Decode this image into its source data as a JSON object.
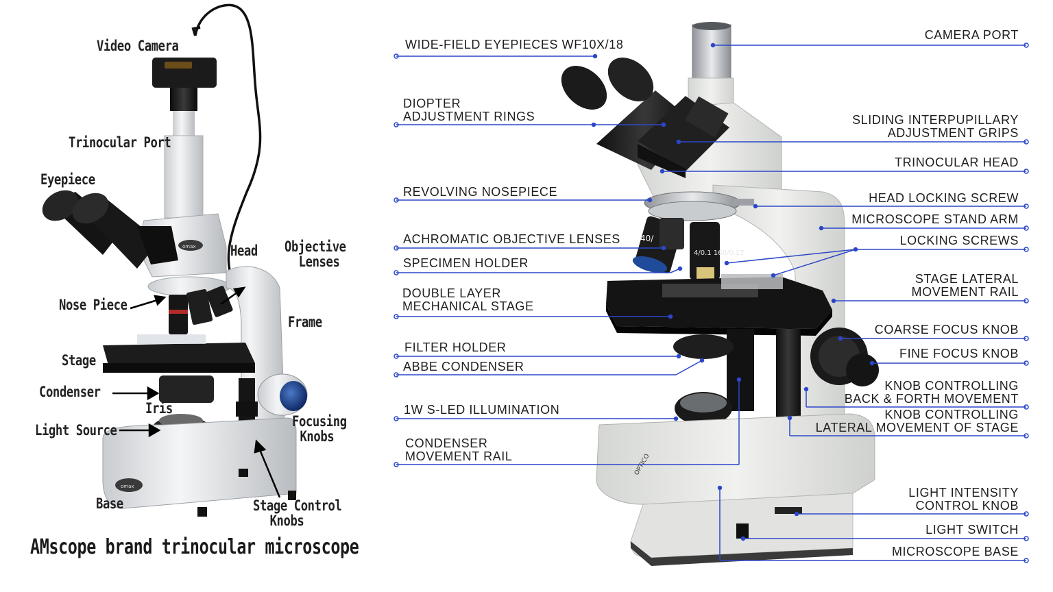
{
  "left_diagram": {
    "labels": {
      "video_camera": "Video Camera",
      "trinocular_port": "Trinocular Port",
      "eyepiece": "Eyepiece",
      "head": "Head",
      "objective_lenses_1": "Objective",
      "objective_lenses_2": "Lenses",
      "nose_piece": "Nose Piece",
      "frame": "Frame",
      "stage": "Stage",
      "condenser": "Condenser",
      "iris": "Iris",
      "light_source": "Light Source",
      "focusing_knobs_1": "Focusing",
      "focusing_knobs_2": "Knobs",
      "base": "Base",
      "stage_control_knobs_1": "Stage Control",
      "stage_control_knobs_2": "Knobs"
    },
    "caption": "AMscope brand trinocular microscope",
    "brand_badges": [
      "omax",
      "omax"
    ]
  },
  "right_diagram": {
    "leader_color": "#2c47c9",
    "left_labels": [
      {
        "lines": [
          "WIDE-FIELD EYEPIECES WF10X/18"
        ]
      },
      {
        "lines": [
          "DIOPTER",
          "ADJUSTMENT RINGS"
        ]
      },
      {
        "lines": [
          "REVOLVING NOSEPIECE"
        ]
      },
      {
        "lines": [
          "ACHROMATIC OBJECTIVE LENSES"
        ]
      },
      {
        "lines": [
          "SPECIMEN HOLDER"
        ]
      },
      {
        "lines": [
          "DOUBLE LAYER",
          "MECHANICAL STAGE"
        ]
      },
      {
        "lines": [
          "FILTER HOLDER"
        ]
      },
      {
        "lines": [
          "ABBE CONDENSER"
        ]
      },
      {
        "lines": [
          "1W S-LED ILLUMINATION"
        ]
      },
      {
        "lines": [
          "CONDENSER",
          "MOVEMENT RAIL"
        ]
      }
    ],
    "right_labels": [
      {
        "lines": [
          "CAMERA PORT"
        ]
      },
      {
        "lines": [
          "SLIDING INTERPUPILLARY",
          "ADJUSTMENT GRIPS"
        ]
      },
      {
        "lines": [
          "TRINOCULAR HEAD"
        ]
      },
      {
        "lines": [
          "HEAD LOCKING SCREW"
        ]
      },
      {
        "lines": [
          "MICROSCOPE STAND ARM"
        ]
      },
      {
        "lines": [
          "LOCKING SCREWS"
        ]
      },
      {
        "lines": [
          "STAGE LATERAL",
          "MOVEMENT RAIL"
        ]
      },
      {
        "lines": [
          "COARSE FOCUS KNOB"
        ]
      },
      {
        "lines": [
          "FINE FOCUS KNOB"
        ]
      },
      {
        "lines": [
          "KNOB CONTROLLING",
          "BACK & FORTH MOVEMENT"
        ]
      },
      {
        "lines": [
          "KNOB CONTROLLING",
          "LATERAL MOVEMENT OF STAGE"
        ]
      },
      {
        "lines": [
          "LIGHT INTENSITY",
          "CONTROL KNOB"
        ]
      },
      {
        "lines": [
          "LIGHT SWITCH"
        ]
      },
      {
        "lines": [
          "MICROSCOPE BASE"
        ]
      }
    ],
    "brand_text": "OPTICO",
    "objective_marks": [
      "40/",
      "4/0.1 160/0.17"
    ]
  }
}
